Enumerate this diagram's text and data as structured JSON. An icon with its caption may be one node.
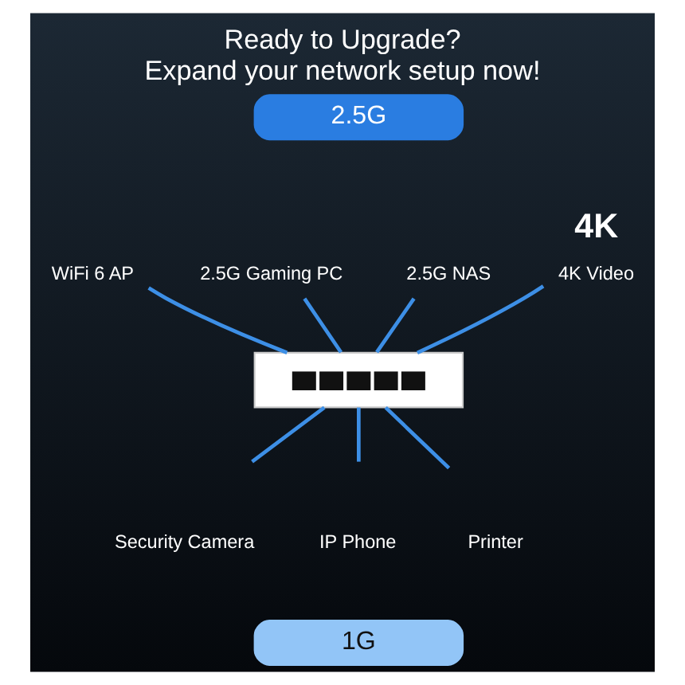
{
  "diagram": {
    "title": "Ready to Upgrade? Expand your network setup now!",
    "nodes": [
      {
        "text": [
          "2.5G"
        ]
      },
      {
        "text": [
          "WiFi 6 AP"
        ]
      },
      {
        "text": [
          "2.5G Gaming PC"
        ]
      },
      {
        "text": [
          "2.5G NAS"
        ]
      },
      {
        "text": [
          "4K",
          "4K Video"
        ]
      },
      {
        "text": [],
        "shape": "picture"
      },
      {
        "text": [
          "Security Camera"
        ]
      },
      {
        "text": [
          "IP Phone"
        ]
      },
      {
        "text": [
          "Printer"
        ]
      },
      {
        "text": [
          "1G"
        ]
      }
    ],
    "edges": [
      {
        "from": 1,
        "to": 5,
        "arrow": "none"
      },
      {
        "from": 2,
        "to": 5,
        "arrow": "none"
      },
      {
        "from": 3,
        "to": 5,
        "arrow": "none"
      },
      {
        "from": 4,
        "to": 5,
        "arrow": "none"
      },
      {
        "from": 5,
        "to": 6,
        "arrow": "none"
      },
      {
        "from": 5,
        "to": 7,
        "arrow": "none"
      },
      {
        "from": 5,
        "to": 8,
        "arrow": "none"
      }
    ]
  }
}
